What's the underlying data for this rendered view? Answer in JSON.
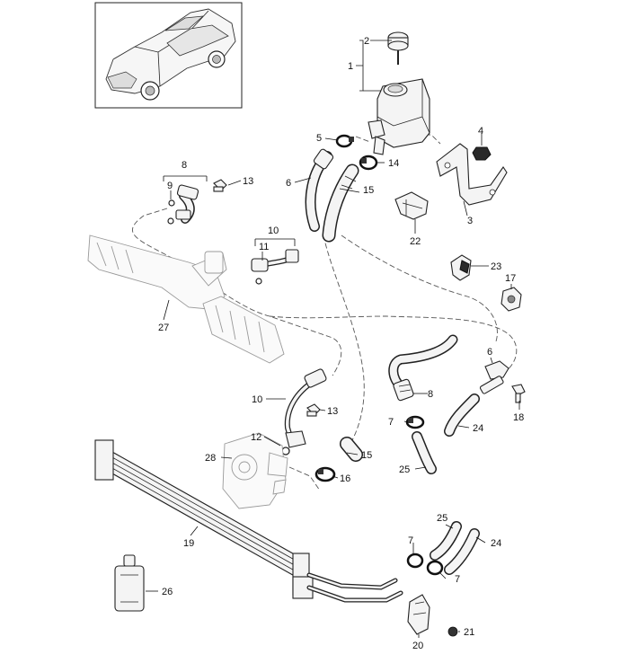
{
  "callouts": {
    "c1": "1",
    "c2": "2",
    "c3": "3",
    "c4": "4",
    "c5": "5",
    "c6a": "6",
    "c6b": "6",
    "c7a": "7",
    "c7b": "7",
    "c7c": "7",
    "c8a": "8",
    "c8b": "8",
    "c9": "9",
    "c10a": "10",
    "c10b": "10",
    "c11": "11",
    "c12": "12",
    "c13a": "13",
    "c13b": "13",
    "c14": "14",
    "c15a": "15",
    "c15b": "15",
    "c16": "16",
    "c17": "17",
    "c18": "18",
    "c19": "19",
    "c20": "20",
    "c21": "21",
    "c22": "22",
    "c23": "23",
    "c24a": "24",
    "c24b": "24",
    "c25a": "25",
    "c25b": "25",
    "c26": "26",
    "c27": "27",
    "c28": "28"
  }
}
